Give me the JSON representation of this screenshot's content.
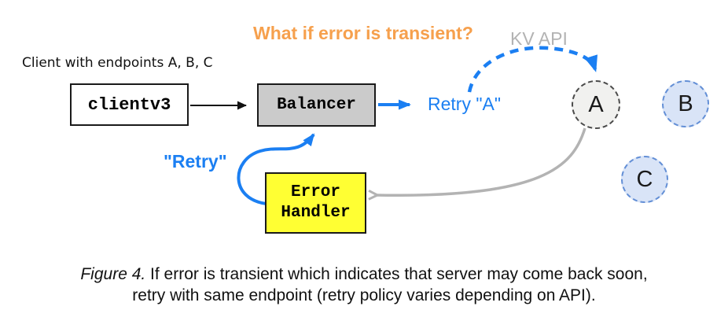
{
  "diagram": {
    "heading": "What if error is transient?",
    "kv_api_label": "KV API",
    "client_label": "Client with endpoints A, B, C",
    "client_box_label": "clientv3",
    "balancer_box_label": "Balancer",
    "retry_a_label": "Retry \"A\"",
    "retry_quoted_label": "\"Retry\"",
    "error_handler": {
      "line1": "Error",
      "line2": "Handler"
    },
    "nodes": [
      {
        "label": "A"
      },
      {
        "label": "B"
      },
      {
        "label": "C"
      }
    ]
  },
  "caption": {
    "figure_label": "Figure 4.",
    "line1_rest": " If error is transient which indicates that server may come back soon,",
    "line2": "retry with same endpoint (retry policy varies depending on API)."
  },
  "colors": {
    "accent_blue": "#1b7ff2",
    "accent_orange": "#f6a04d",
    "muted_gray": "#b3b3b3",
    "balancer_fill": "#cbcbcb",
    "error_handler_fill": "#ffff33",
    "endpoint_a_fill": "#f1f1ef",
    "endpoint_bc_fill": "#d9e4f7",
    "endpoint_bc_border": "#638fd6"
  }
}
